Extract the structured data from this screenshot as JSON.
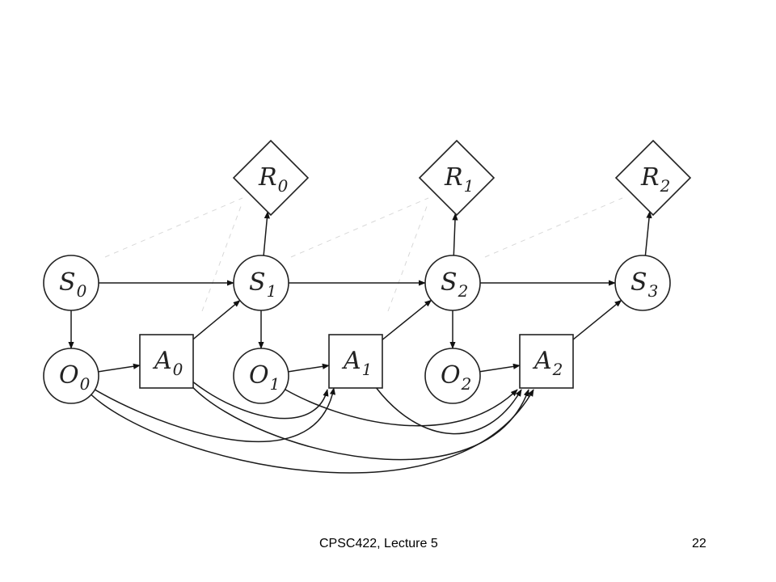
{
  "footer": {
    "course": "CPSC422, Lecture 5",
    "page": "22"
  },
  "nodes": {
    "S0": {
      "letter": "S",
      "sub": "0"
    },
    "S1": {
      "letter": "S",
      "sub": "1"
    },
    "S2": {
      "letter": "S",
      "sub": "2"
    },
    "S3": {
      "letter": "S",
      "sub": "3"
    },
    "O0": {
      "letter": "O",
      "sub": "0"
    },
    "O1": {
      "letter": "O",
      "sub": "1"
    },
    "O2": {
      "letter": "O",
      "sub": "2"
    },
    "A0": {
      "letter": "A",
      "sub": "0"
    },
    "A1": {
      "letter": "A",
      "sub": "1"
    },
    "A2": {
      "letter": "A",
      "sub": "2"
    },
    "R0": {
      "letter": "R",
      "sub": "0"
    },
    "R1": {
      "letter": "R",
      "sub": "1"
    },
    "R2": {
      "letter": "R",
      "sub": "2"
    }
  },
  "edges": [
    {
      "from": "S0",
      "to": "S1"
    },
    {
      "from": "S1",
      "to": "S2"
    },
    {
      "from": "S2",
      "to": "S3"
    },
    {
      "from": "S0",
      "to": "O0"
    },
    {
      "from": "S1",
      "to": "O1"
    },
    {
      "from": "S2",
      "to": "O2"
    },
    {
      "from": "S1",
      "to": "R0"
    },
    {
      "from": "S2",
      "to": "R1"
    },
    {
      "from": "S3",
      "to": "R2"
    },
    {
      "from": "O0",
      "to": "A0"
    },
    {
      "from": "O1",
      "to": "A1"
    },
    {
      "from": "O2",
      "to": "A2"
    },
    {
      "from": "A0",
      "to": "S1"
    },
    {
      "from": "A1",
      "to": "S2"
    },
    {
      "from": "A2",
      "to": "S3"
    },
    {
      "from": "O0",
      "to": "A1"
    },
    {
      "from": "O0",
      "to": "A2"
    },
    {
      "from": "A0",
      "to": "A1"
    },
    {
      "from": "A0",
      "to": "A2"
    },
    {
      "from": "O1",
      "to": "A2"
    },
    {
      "from": "A1",
      "to": "A2"
    }
  ]
}
